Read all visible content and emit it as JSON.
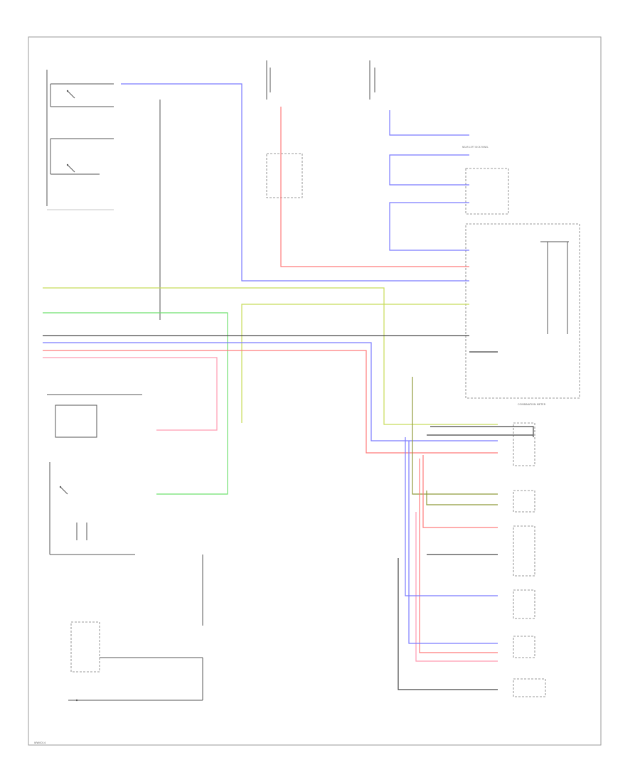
{
  "labels": {
    "page_code": "WW0014",
    "comb_meter": "COMBINATION METER",
    "kick_panel": "NEAR LEFT KICK PANEL"
  },
  "colors": {
    "blue_wire": "#7a7aff",
    "red_wire": "#ff7a7a",
    "green_wire": "#6ee06e",
    "yellow_green_wire": "#c8dc5a",
    "olive_wire": "#8f9a3a",
    "pink_wire": "#ff9ab0",
    "gray_wire": "#555555"
  }
}
